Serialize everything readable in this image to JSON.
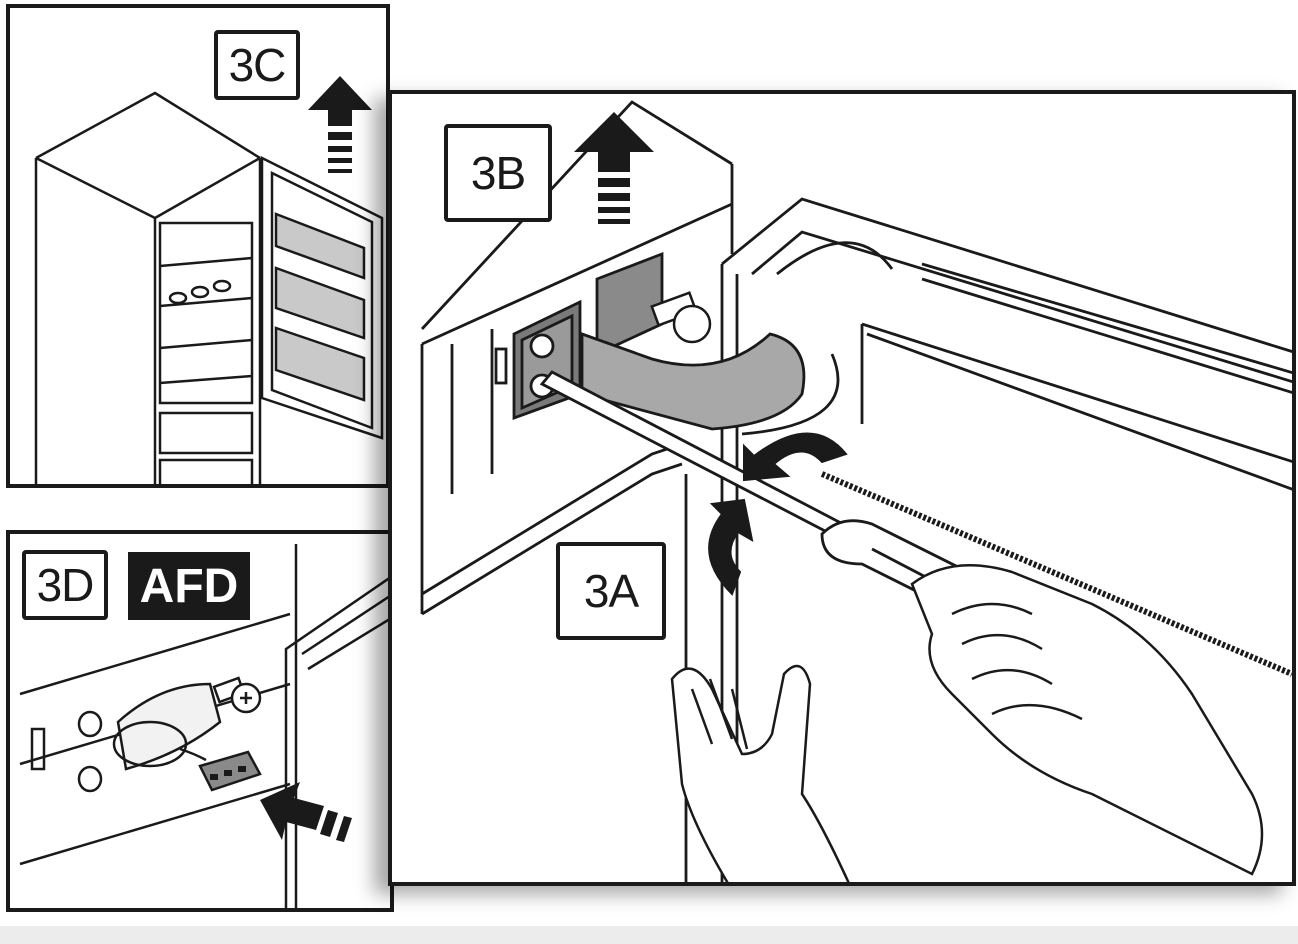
{
  "labels": {
    "step_3a": "3A",
    "step_3b": "3B",
    "step_3c": "3C",
    "step_3d": "3D",
    "afd": "AFD"
  },
  "icons": {
    "up_arrow": "up-arrow-icon",
    "right_arrow": "right-arrow-icon",
    "rotate_arrow": "rotate-arrow-icon",
    "screw": "screw-icon"
  },
  "colors": {
    "line": "#1a1a1a",
    "gray_fill": "#a8a8a8",
    "dark_fill": "#555555",
    "badge_bg": "#1a1a1a",
    "badge_text": "#ffffff"
  }
}
